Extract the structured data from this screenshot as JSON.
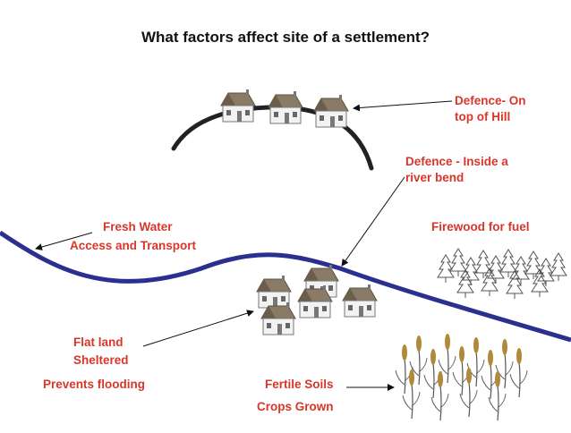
{
  "title": "What factors affect site of a settlement?",
  "labels": {
    "defence_hill_1": "Defence- On",
    "defence_hill_2": "top of Hill",
    "defence_river_1": "Defence - Inside a",
    "defence_river_2": "river bend",
    "fresh_water": "Fresh Water",
    "access_transport": "Access and Transport",
    "firewood": "Firewood for fuel",
    "flat_land": "Flat land",
    "sheltered": "Sheltered",
    "prevents_flooding": "Prevents flooding",
    "fertile_soils": "Fertile Soils",
    "crops_grown": "Crops Grown"
  },
  "colors": {
    "label": "#d9362a",
    "river": "#2b2f8f",
    "hill": "#222222",
    "roof": "#8a7b66",
    "wall": "#f2f2f2",
    "trees": "#555555",
    "wheat": "#b08a3a"
  }
}
